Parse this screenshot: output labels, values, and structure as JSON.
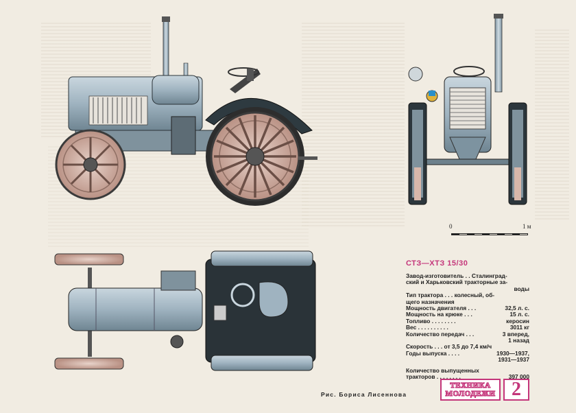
{
  "title": "СТЗ—ХТЗ 15/30",
  "scale": {
    "start": "0",
    "end": "1 м"
  },
  "specs": [
    {
      "key": "Завод-изготовитель . . Сталинград-",
      "value": ""
    },
    {
      "key": "ский и Харьковский тракторные за-",
      "value": ""
    },
    {
      "key": "",
      "value": "воды"
    },
    {
      "key": "Тип трактора . . . колесный, об-",
      "value": ""
    },
    {
      "key": "щего назначения",
      "value": ""
    },
    {
      "key": "Мощность двигателя . . .",
      "value": "32,5 л. с."
    },
    {
      "key": "Мощность на крюке . . .",
      "value": "15 л. с."
    },
    {
      "key": "Топливо . . . . . . . .",
      "value": "керосин"
    },
    {
      "key": "Вес . . . . . . . . . .",
      "value": "3011 кг"
    },
    {
      "key": "Количество передач . . .",
      "value": "3 вперед,"
    },
    {
      "key": "",
      "value": "1 назад"
    },
    {
      "key": "Скорость . . . от 3,5 до 7,4 км/ч",
      "value": ""
    },
    {
      "key": "Годы выпуска . . . .",
      "value": "1930—1937,"
    },
    {
      "key": "",
      "value": "1931—1937"
    },
    {
      "key": "Количество выпущенных",
      "value": "",
      "gap": true
    },
    {
      "key": "тракторов . . . . . . . .",
      "value": "397 000"
    }
  ],
  "credit": "Рис. Бориса Лисеннова",
  "magazine": {
    "line1": "ТЕХНИКА",
    "line2": "МОЛОДЕЖИ",
    "issue": "2"
  },
  "colors": {
    "accent": "#c4357a",
    "body": "#9fb3c0",
    "dark": "#1e2226",
    "wheel": "#d8b7aa"
  }
}
